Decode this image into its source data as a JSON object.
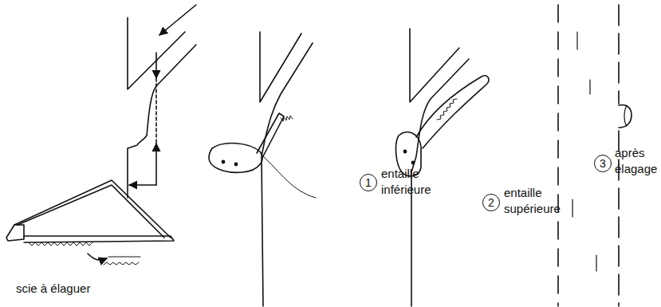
{
  "diagram": {
    "nodes": [
      {
        "text": [
          "1"
        ]
      },
      {
        "text": [
          "2"
        ]
      },
      {
        "text": [
          "3"
        ]
      }
    ],
    "labels": [
      "entaille inférieure",
      "entaille supérieure",
      "après élagage",
      "scie à élaguer"
    ]
  }
}
